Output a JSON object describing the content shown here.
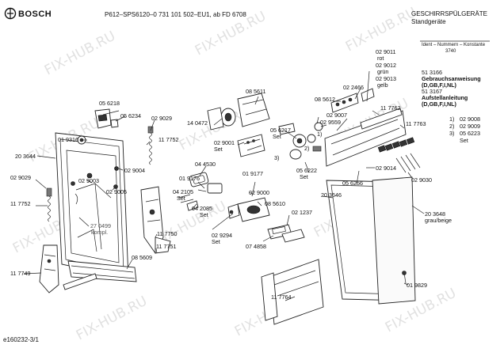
{
  "header": {
    "brand": "BOSCH",
    "model_line": "P612–SPS6120–0 731 101 502–EU1, ab FD 6708",
    "category": "GESCHIRRSPÜLGERÄTE",
    "subcategory": "Standgeräte",
    "ident_header": "Ident – Nummern – Konstante",
    "ident_const": "3740"
  },
  "footer": {
    "drawing_id": "e160232-3/1"
  },
  "watermark": "FIX-HUB.RU",
  "docs": {
    "gebrauch_nr": "51 3166",
    "gebrauch_title": "Gebrauchsanweisung",
    "gebrauch_lang": "(D,GB,F,I,NL)",
    "aufstell_nr": "51 3167",
    "aufstell_title": "Aufstellanleitung",
    "aufstell_lang": "(D,GB,F,I,NL)"
  },
  "set_list": {
    "i1": "1)",
    "v1": "02 9008",
    "i2": "2)",
    "v2": "02 9009",
    "i3": "3)",
    "v3": "05 6223",
    "set": "Set"
  },
  "parts": {
    "p029011": "02 9011",
    "rot": "rot",
    "p029012": "02 9012",
    "gruen": "grün",
    "p029013": "02 9013",
    "gelb": "gelb",
    "p022466": "02 2466",
    "p085612": "08 5612",
    "p117762": "11 7762",
    "p117763": "11 7763",
    "p029007": "02 9007",
    "p029559": "02 9559",
    "p085611": "08 5611",
    "p056218": "05 6218",
    "p056234": "05 6234",
    "p029029a": "02 9029",
    "p140472": "14 0472",
    "p056217": "05 6217",
    "set_56217": "Set",
    "p019316": "01 9316",
    "p117752a": "11 7752",
    "p029001": "02 9001",
    "set_29001": "Set",
    "p203644": "20 3644",
    "p029004": "02 9004",
    "p044530": "04 4530",
    "p019176": "01 9176",
    "p019177": "01 9177",
    "p056222": "05 6222",
    "set_56222": "Set",
    "p029014": "02 9014",
    "p029030": "02 9030",
    "p029029b": "02 9029",
    "p029003": "02 9003",
    "p029005": "02 9005",
    "p042105": "04 2105",
    "set_42105": "Set",
    "p029000": "02 9000",
    "p056256": "05 6256",
    "p117752b": "11 7752",
    "p042085": "04 2085",
    "set_42085": "Set",
    "p085610": "08 5610",
    "p203646": "20 3646",
    "p270499": "27 0499",
    "kompl": "kompl.",
    "p117750": "11 7750",
    "p021237": "02 1237",
    "p029294": "02 9294",
    "set_29294": "Set",
    "p203648": "20 3648",
    "grau": "grau/beige",
    "p117751": "11 7751",
    "p074858": "07 4858",
    "p085609": "08 5609",
    "p117749": "11 7749",
    "p019829": "01 9829",
    "p117764": "11 7764"
  }
}
